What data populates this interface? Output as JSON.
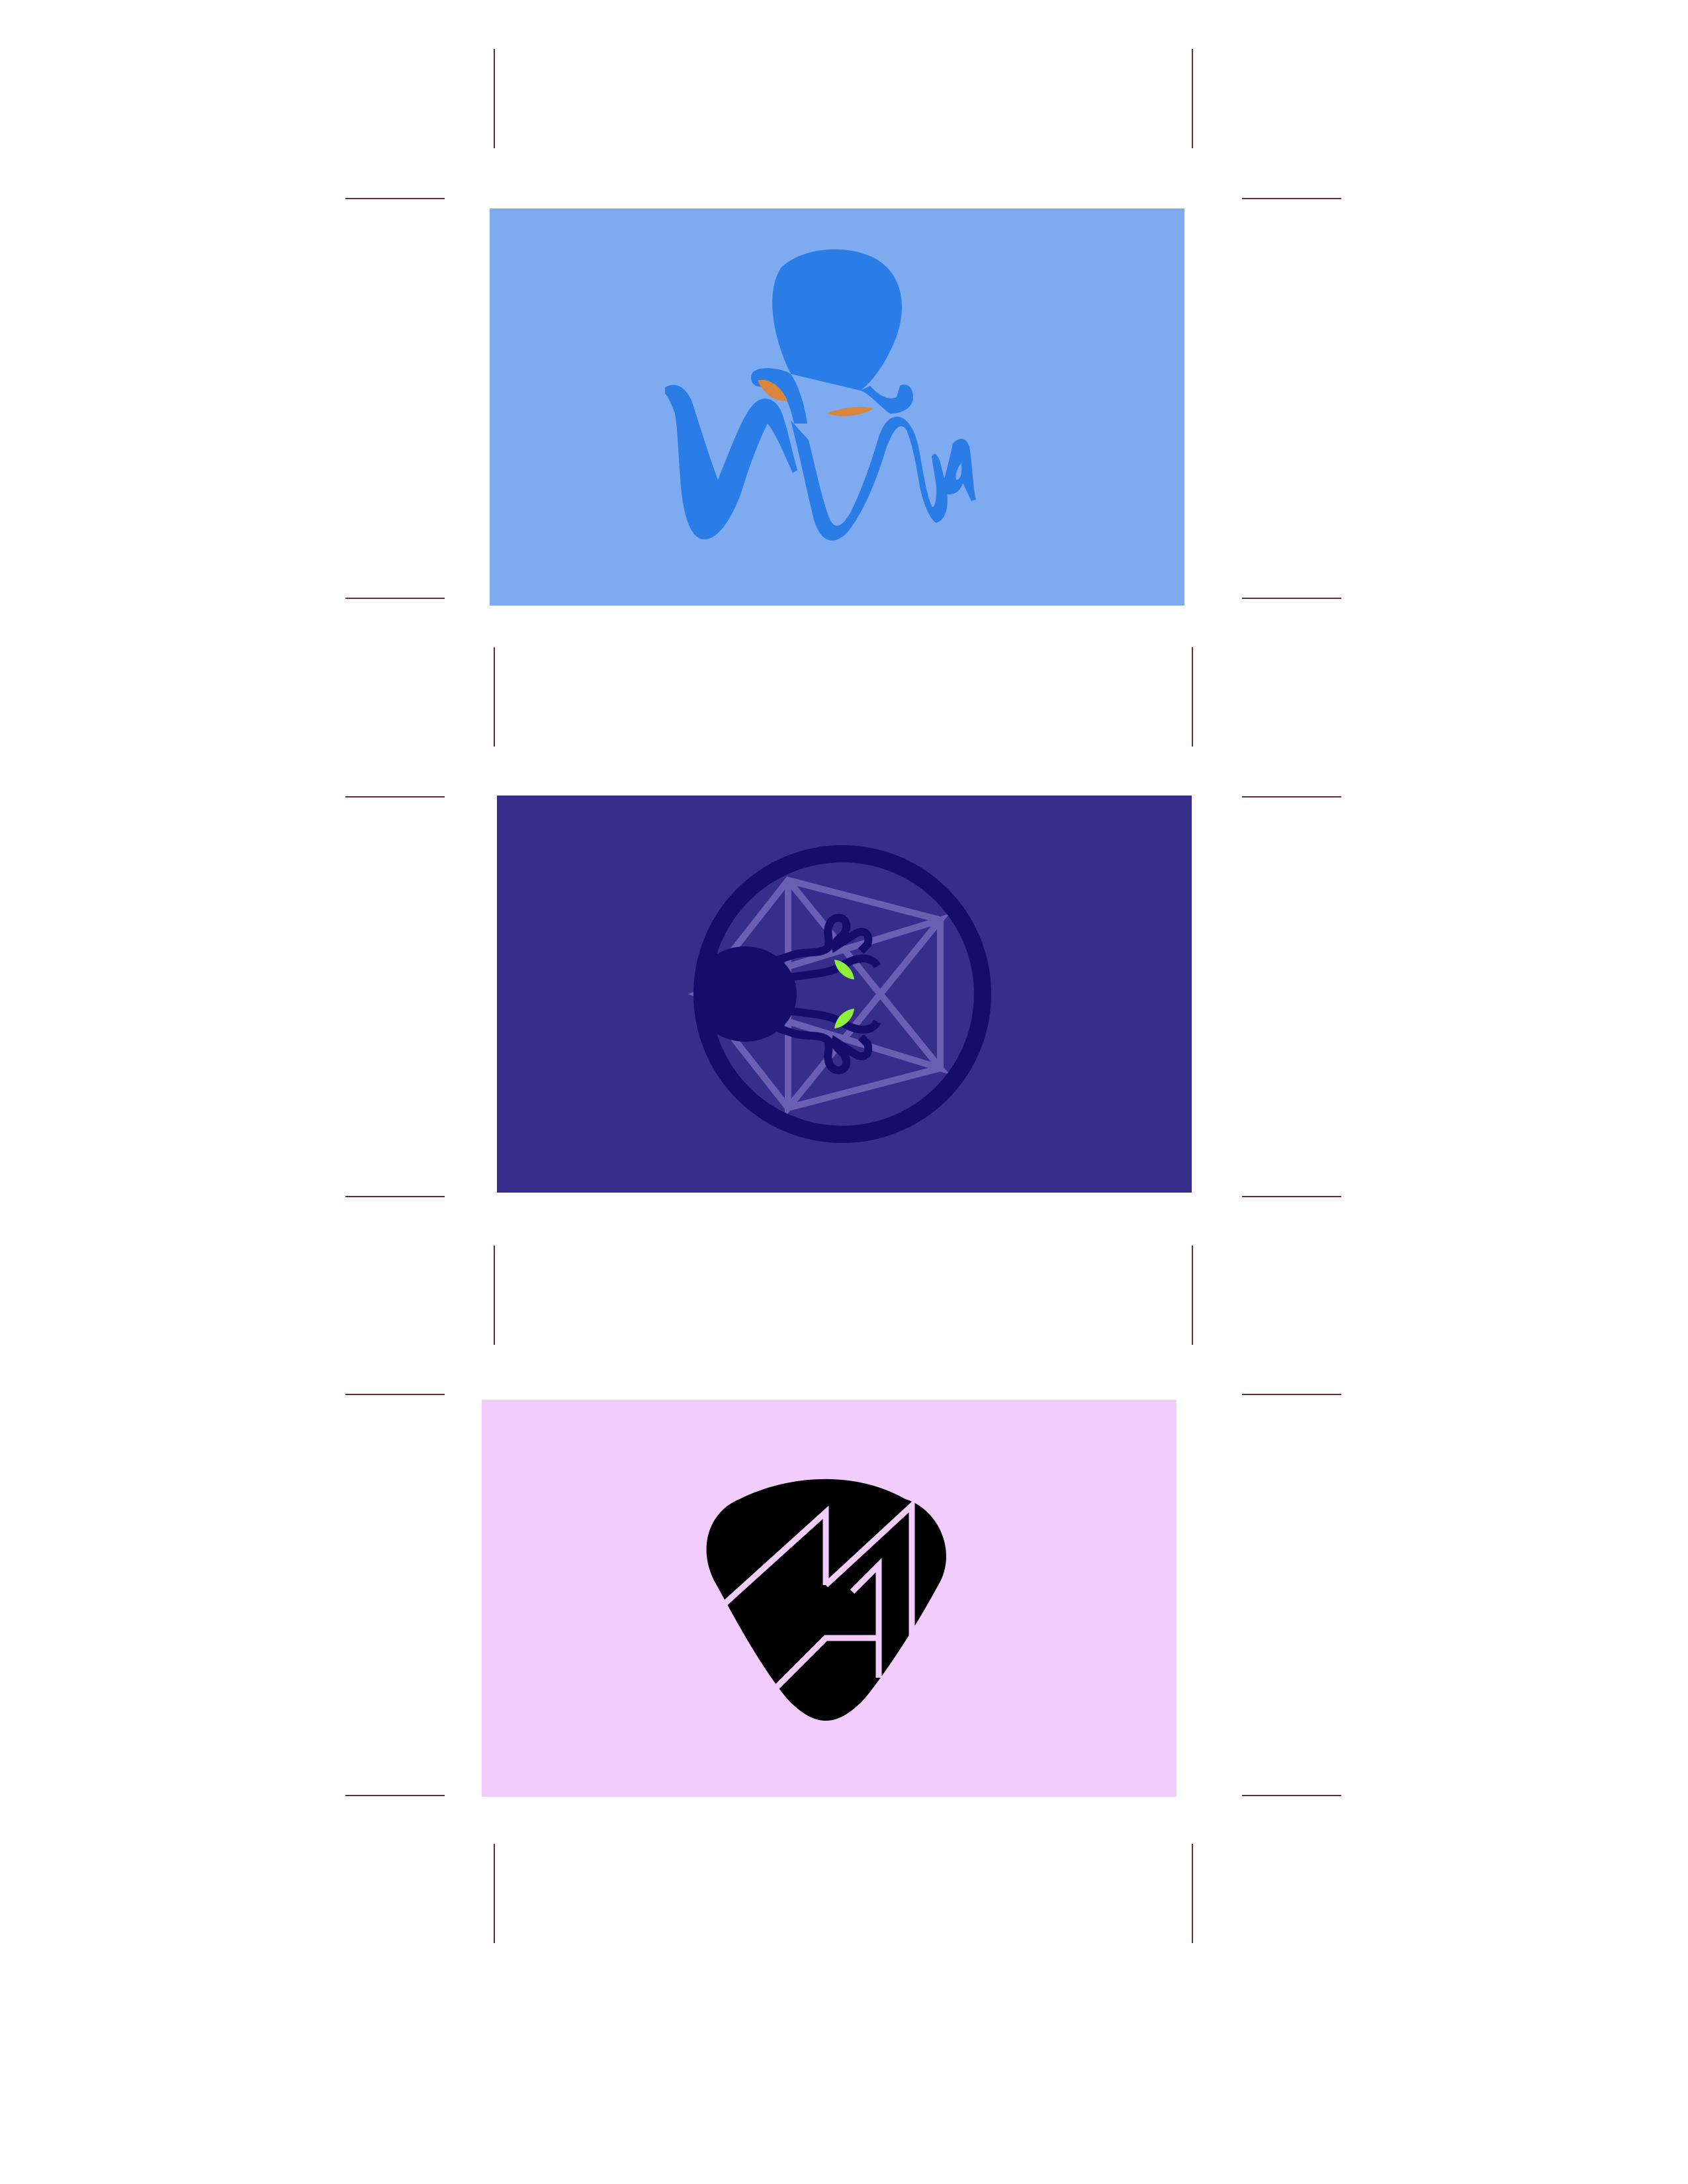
{
  "sheet": {
    "cards": [
      {
        "name": "octopus-wordmark-card",
        "background": "#7eabf0",
        "accent": "#2a7ce6",
        "eye_color": "#d9853b"
      },
      {
        "name": "octopus-pentagram-card",
        "background": "#372d8a",
        "accent": "#150d6b",
        "eye_color": "#8ef03a",
        "pentagram_color": "#6a5fb3"
      },
      {
        "name": "guitar-pick-monogram-card",
        "background": "#f2cdfc",
        "accent": "#000000",
        "monogram_color": "#f2cdfc"
      }
    ],
    "crop_mark_color": "#6b2c2c"
  }
}
